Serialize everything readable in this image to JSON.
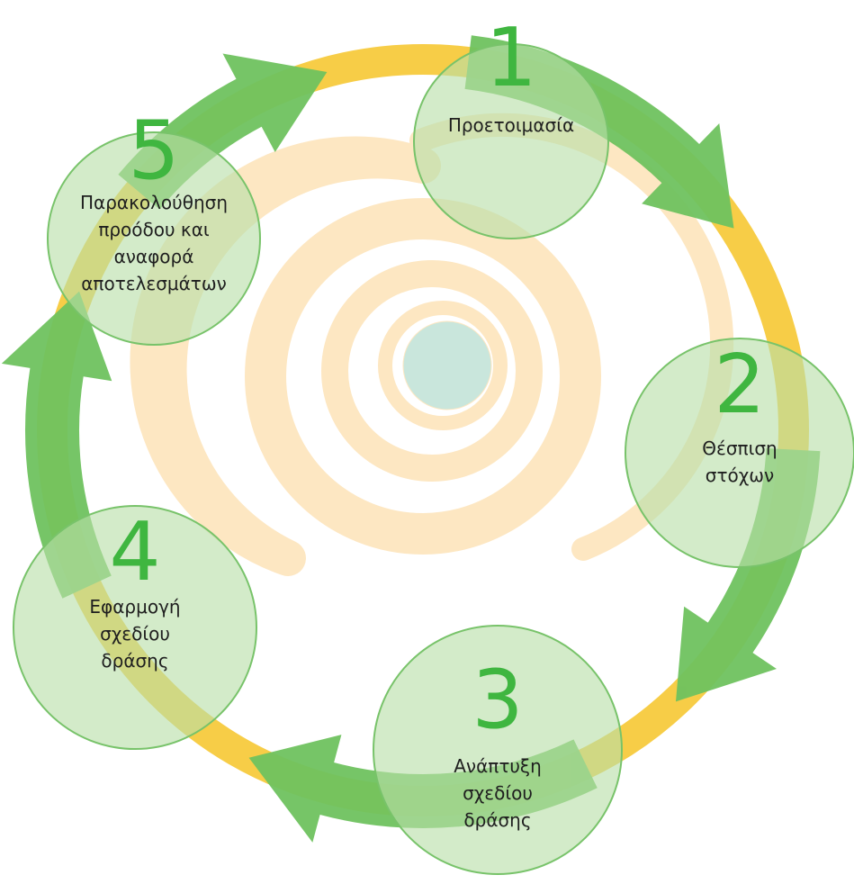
{
  "colors": {
    "ring": "#f7cd47",
    "arrow": "#6fc25f",
    "circle_fill": "#b8dfa8",
    "circle_stroke": "#78c36a",
    "number": "#3fb640",
    "swirl": "#fde7c2",
    "center": "#c9e6dc"
  },
  "steps": [
    {
      "number": "1",
      "label_lines": [
        "Προετοιμασία"
      ]
    },
    {
      "number": "2",
      "label_lines": [
        "Θέσπιση",
        "στόχων"
      ]
    },
    {
      "number": "3",
      "label_lines": [
        "Ανάπτυξη",
        "σχεδίου",
        "δράσης"
      ]
    },
    {
      "number": "4",
      "label_lines": [
        "Εφαρμογή",
        "σχεδίου",
        "δράσης"
      ]
    },
    {
      "number": "5",
      "label_lines": [
        "Παρακολούθηση",
        "προόδου και",
        "αναφορά",
        "αποτελεσμάτων"
      ]
    }
  ]
}
